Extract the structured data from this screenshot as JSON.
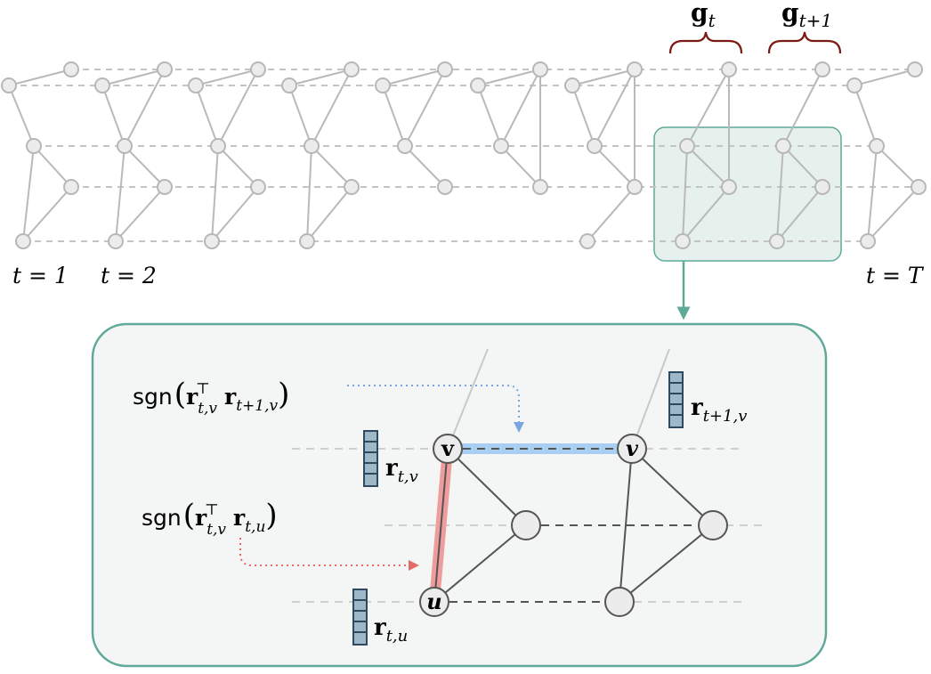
{
  "time_labels": {
    "first": "t = 1",
    "second": "t = 2",
    "last": "t = T"
  },
  "brace_labels": {
    "g_base": "g",
    "g_t_sub": "t",
    "g_t1_sub": "t+1"
  },
  "inset": {
    "node_v_label": "v",
    "node_u_label": "u",
    "vector_base": "r",
    "vector_tv_sub": "t,v",
    "vector_tu_sub": "t,u",
    "vector_t1v_sub": "t+1,v",
    "sgn_fn": "sgn",
    "sgn_top": {
      "left_sub": "t,v",
      "transpose": "⊤",
      "right_sub": "t+1,v"
    },
    "sgn_bottom": {
      "left_sub": "t,v",
      "transpose": "⊤",
      "right_sub": "t,u"
    }
  },
  "colors": {
    "node_fill": "#ececec",
    "node_stroke_light": "#b7b7b7",
    "edge_light": "#b9b9b9",
    "dashed_light": "#c4c4c4",
    "dark": "#555555",
    "teal": "#5fa99a",
    "teal_fill": "#e6f1ee",
    "brace": "#7a1a12",
    "blue_highlight": "#a9cdf3",
    "blue_arrow": "#7aa6e0",
    "red_highlight": "#ef9c9c",
    "red_arrow": "#e46a6a",
    "vector_fill": "#9fb8c8",
    "vector_stroke": "#2f4a60"
  }
}
